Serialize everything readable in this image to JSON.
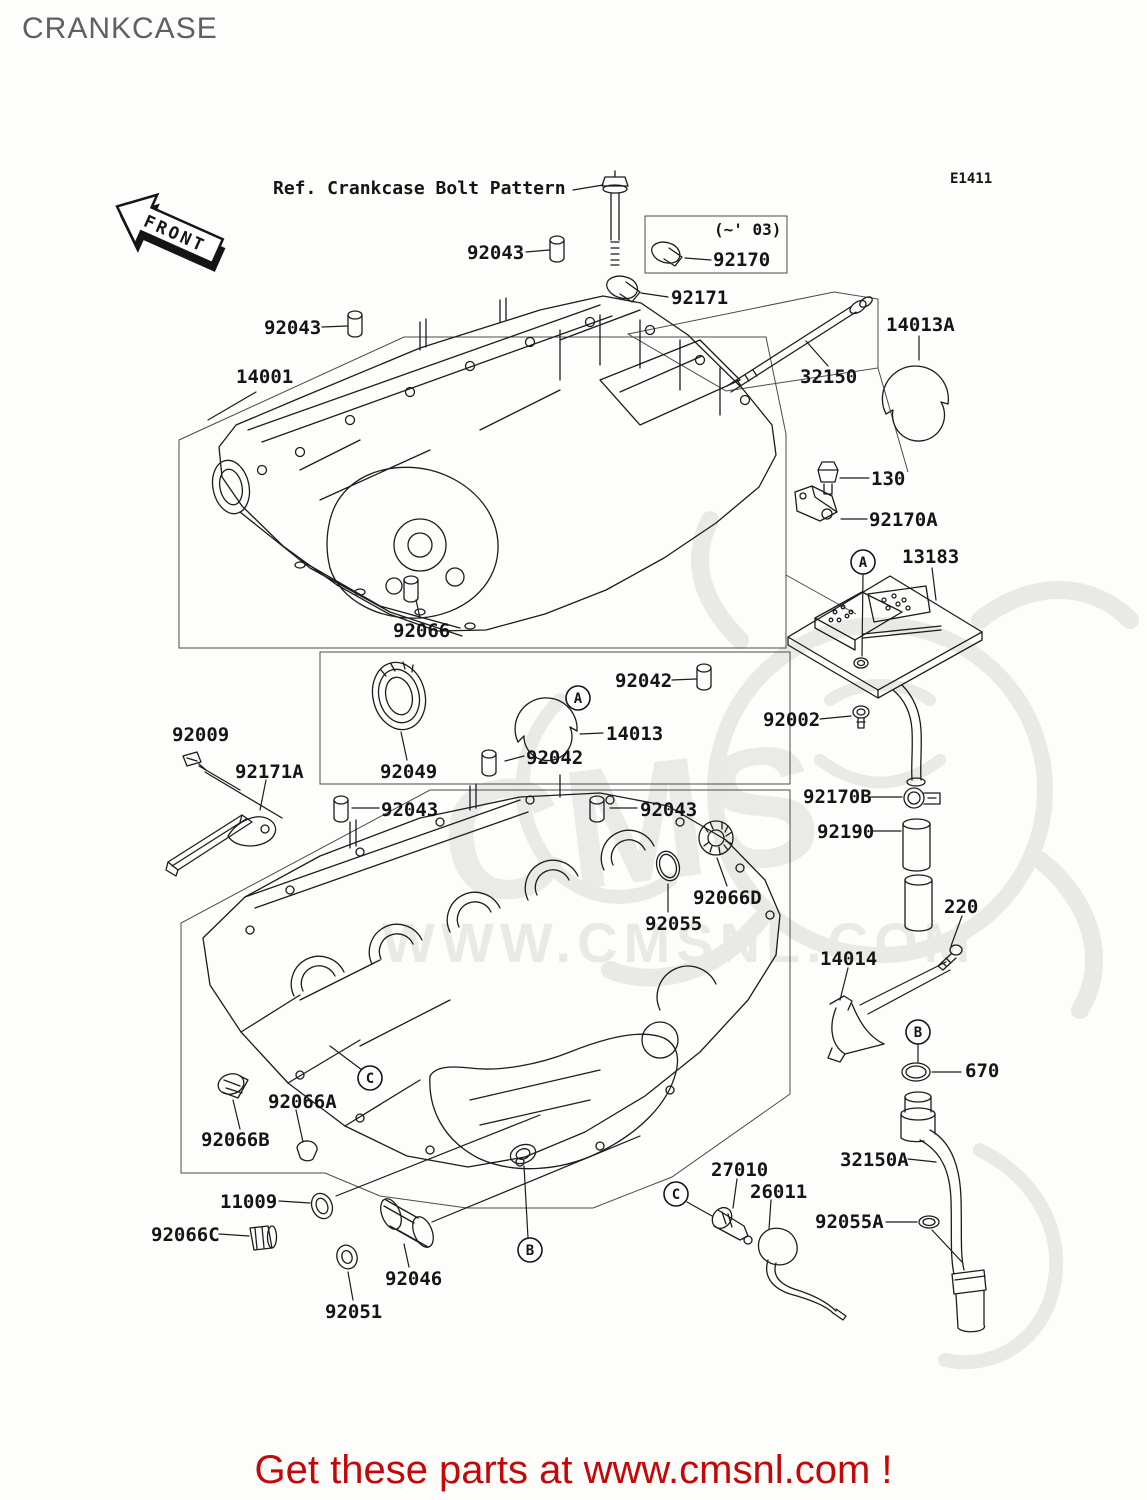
{
  "title": "CRANKCASE",
  "code": "E1411",
  "ref_note": "Ref. Crankcase Bolt Pattern",
  "front_label": "FRONT",
  "variant_note": "(~' 03)",
  "watermark": {
    "brand": "CMS",
    "url": "WWW.CMSNL.COM"
  },
  "footer": {
    "text": "Get these parts at www.cmsnl.com !"
  },
  "colors": {
    "footer_red": "#c40808",
    "line_black": "#1c1c1c",
    "watermark_gray": "#e9e9e6",
    "title_gray": "#5d6166",
    "background": "#fdfdfb"
  },
  "markers": {
    "a": "A",
    "b": "B",
    "c": "C"
  },
  "parts": {
    "p14001": "14001",
    "p92043": "92043",
    "p92171": "92171",
    "p92170": "92170",
    "p32150": "32150",
    "p14013a": "14013A",
    "p130": "130",
    "p92170a": "92170A",
    "p13183": "13183",
    "p92066": "92066",
    "p92042": "92042",
    "p92002": "92002",
    "p14013": "14013",
    "p92049": "92049",
    "p92009": "92009",
    "p92171a": "92171A",
    "p92170b": "92170B",
    "p92190": "92190",
    "p92066d": "92066D",
    "p92055": "92055",
    "p220": "220",
    "p14014": "14014",
    "p670": "670",
    "p32150a": "32150A",
    "p92066a": "92066A",
    "p92066b": "92066B",
    "p11009": "11009",
    "p92066c": "92066C",
    "p92046": "92046",
    "p92051": "92051",
    "p27010": "27010",
    "p26011": "26011",
    "p92055a": "92055A"
  }
}
